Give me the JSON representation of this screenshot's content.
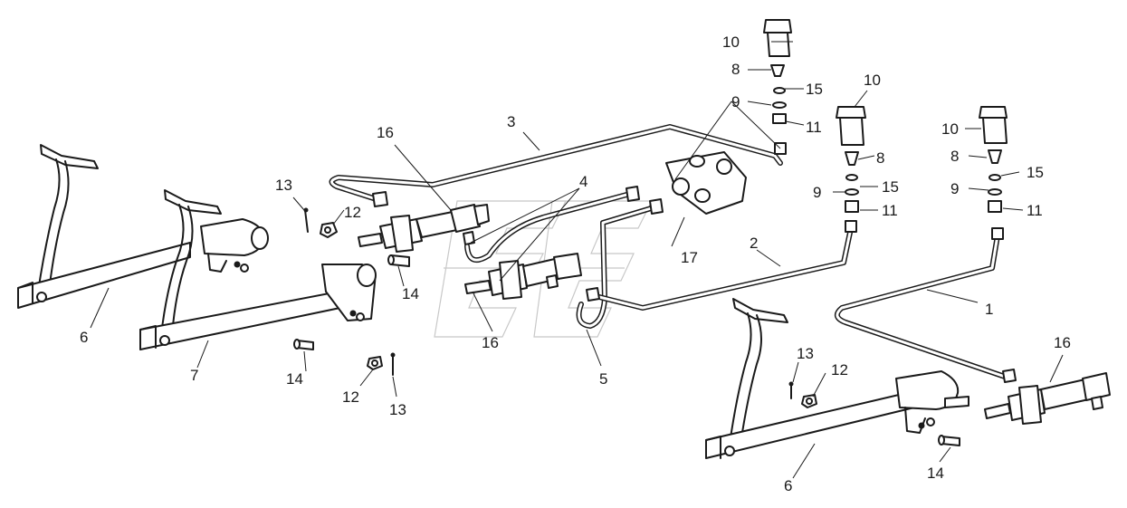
{
  "callouts": {
    "c1": "1",
    "c2": "2",
    "c3": "3",
    "c4": "4",
    "c5": "5",
    "c6a": "6",
    "c6b": "6",
    "c7": "7",
    "c8a": "8",
    "c8b": "8",
    "c8c": "8",
    "c9a": "9",
    "c9b": "9",
    "c9c": "9",
    "c10a": "10",
    "c10b": "10",
    "c10c": "10",
    "c11a": "11",
    "c11b": "11",
    "c11c": "11",
    "c12a": "12",
    "c12b": "12",
    "c12c": "12",
    "c13a": "13",
    "c13b": "13",
    "c13c": "13",
    "c14a": "14",
    "c14b": "14",
    "c14c": "14",
    "c15a": "15",
    "c15b": "15",
    "c15c": "15",
    "c16a": "16",
    "c16b": "16",
    "c16c": "16",
    "c17": "17"
  },
  "parts": {
    "pedal-lever": "6",
    "pedal-lever-second": "7",
    "reservoir": "10",
    "master-cylinder": "16",
    "valve-block": "17"
  }
}
